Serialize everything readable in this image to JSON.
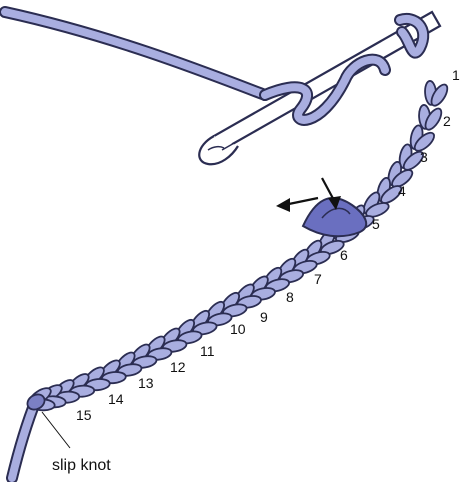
{
  "diagram": {
    "stitch_numbers": [
      "1",
      "2",
      "3",
      "4",
      "5",
      "6",
      "7",
      "8",
      "9",
      "10",
      "11",
      "12",
      "13",
      "14",
      "15"
    ],
    "caption": "slip knot",
    "colors": {
      "yarn": "#a9aee0",
      "yarn_dark": "#7b80c4",
      "highlight_loop": "#6a6fc0",
      "outline": "#2b2d52",
      "hook": "#ffffff",
      "arrow": "#111111"
    },
    "icons": [
      "crochet-hook-icon",
      "arrow-icon"
    ]
  }
}
